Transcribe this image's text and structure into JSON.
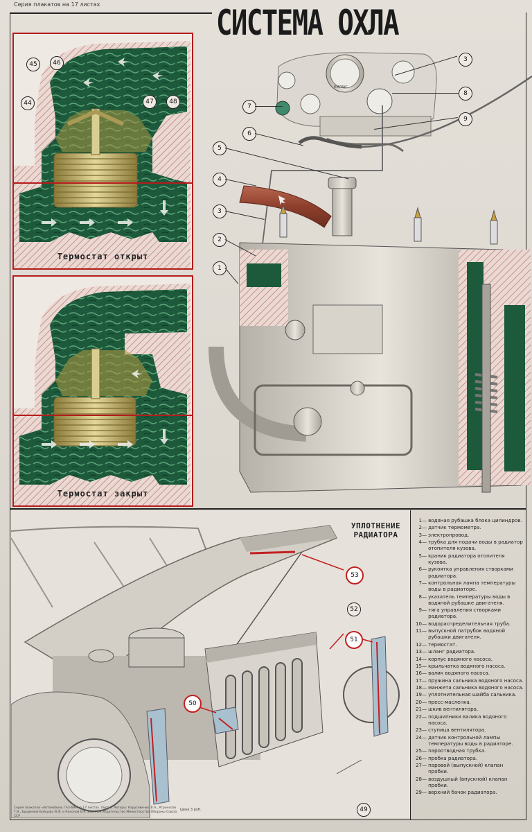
{
  "header": {
    "series_note": "Серия плакатов на 17 листах",
    "title": "СИСТЕМА ОХЛА"
  },
  "thermostat_open": {
    "caption": "Термостат открыт",
    "callouts": [
      "44",
      "45",
      "46",
      "47",
      "48"
    ]
  },
  "thermostat_closed": {
    "caption": "Термостат закрыт"
  },
  "engine_callouts": [
    "1",
    "2",
    "3",
    "4",
    "5",
    "6",
    "7",
    "3",
    "8",
    "9"
  ],
  "gauge_label": "КМ/ЧАС",
  "radiator_seal": {
    "heading": "УПЛОТНЕНИЕ РАДИАТОРА",
    "callouts": [
      "49",
      "50",
      "51",
      "52",
      "53"
    ]
  },
  "legend": [
    {
      "num": "1",
      "text": "водяная рубашка блока цилиндров."
    },
    {
      "num": "2",
      "text": "датчик термометра."
    },
    {
      "num": "3",
      "text": "электропровод."
    },
    {
      "num": "4",
      "text": "трубка для подачи воды в радиатор отопителя кузова."
    },
    {
      "num": "5",
      "text": "краник радиатора отопителя кузова."
    },
    {
      "num": "6",
      "text": "рукоятка управления створками радиатора."
    },
    {
      "num": "7",
      "text": "контрольная лампа температуры воды в радиаторе."
    },
    {
      "num": "8",
      "text": "указатель температуры воды в водяной рубашке двигателя."
    },
    {
      "num": "9",
      "text": "тяга управления створками радиатора."
    },
    {
      "num": "10",
      "text": "водораспределительная труба."
    },
    {
      "num": "11",
      "text": "выпускной патрубок водяной рубашки двигателя."
    },
    {
      "num": "12",
      "text": "термостат."
    },
    {
      "num": "13",
      "text": "шланг радиатора."
    },
    {
      "num": "14",
      "text": "корпус водяного насоса."
    },
    {
      "num": "15",
      "text": "крыльчатка водяного насоса."
    },
    {
      "num": "16",
      "text": "валик водяного насоса."
    },
    {
      "num": "17",
      "text": "пружина сальника водяного насоса."
    },
    {
      "num": "18",
      "text": "манжета сальника водяного насоса."
    },
    {
      "num": "19",
      "text": "уплотнительная шайба сальника."
    },
    {
      "num": "20",
      "text": "пресс-масленка."
    },
    {
      "num": "21",
      "text": "шкив вентилятора."
    },
    {
      "num": "22",
      "text": "подшипники валика водяного насоса."
    },
    {
      "num": "23",
      "text": "ступица вентилятора."
    },
    {
      "num": "24",
      "text": "датчик контрольной лампы температуры воды в радиаторе."
    },
    {
      "num": "25",
      "text": "пароотводная трубка."
    },
    {
      "num": "26",
      "text": "пробка радиатора."
    },
    {
      "num": "27",
      "text": "паровой (выпускной) клапан пробки."
    },
    {
      "num": "28",
      "text": "воздушный (впускной) клапан пробки."
    },
    {
      "num": "29",
      "text": "верхний бачок радиатора."
    }
  ],
  "footer": {
    "credits": "Серия плакатов «Автомобиль ГАЗ-69» на 17 листах. Лист 4. Авторы: Нарусевичюс В.А., Агроносов Г.В., Бурденюк-Бойцова И.Ф. и Кононов В.К. Военное Издательство Министерства Обороны Союза ССР",
    "price": "Цена 3 руб."
  },
  "colors": {
    "coolant": "#1d5a3c",
    "frame_red": "#b51c1c",
    "brass": "#c9b46a",
    "hose": "#9a4a35",
    "metal": "#c9c5bd"
  }
}
